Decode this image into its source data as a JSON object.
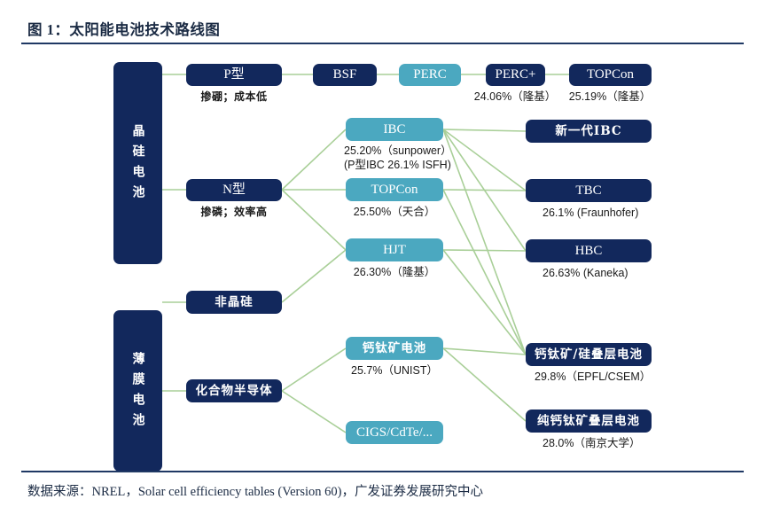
{
  "figure": {
    "title": "图 1：太阳能电池技术路线图",
    "source": "数据来源：NREL，Solar cell efficiency tables (Version 60)，广发证券发展研究中心"
  },
  "colors": {
    "dark_navy": "#12285c",
    "teal": "#4ba8c0",
    "rule": "#1f3864",
    "edge": "#a9cf98",
    "text_dark": "#1a1a1a"
  },
  "chart_data": {
    "type": "diagram",
    "title": "太阳能电池技术路线图",
    "categories": [
      "晶硅电池",
      "薄膜电池"
    ],
    "nodes": [
      {
        "id": "crystalline",
        "label": "晶硅电池",
        "style": "dark-vertical"
      },
      {
        "id": "thinfilm",
        "label": "薄膜电池",
        "style": "dark-vertical"
      },
      {
        "id": "ptype",
        "label": "P型",
        "style": "dark",
        "caption": "掺硼；成本低"
      },
      {
        "id": "ntype",
        "label": "N型",
        "style": "dark",
        "caption": "掺磷；效率高"
      },
      {
        "id": "amorphous",
        "label": "非晶硅",
        "style": "dark",
        "caption": ""
      },
      {
        "id": "compound",
        "label": "化合物半导体",
        "style": "dark",
        "caption": ""
      },
      {
        "id": "bsf",
        "label": "BSF",
        "style": "dark",
        "caption": ""
      },
      {
        "id": "perc",
        "label": "PERC",
        "style": "teal",
        "caption": ""
      },
      {
        "id": "percplus",
        "label": "PERC+",
        "style": "dark",
        "caption": "24.06%（隆基）"
      },
      {
        "id": "topcon_top",
        "label": "TOPCon",
        "style": "dark",
        "caption": "25.19%（隆基）"
      },
      {
        "id": "ibc",
        "label": "IBC",
        "style": "teal",
        "caption": "25.20%（sunpower）",
        "caption2": "(P型IBC 26.1% ISFH)"
      },
      {
        "id": "topcon_mid",
        "label": "TOPCon",
        "style": "teal",
        "caption": "25.50%（天合）"
      },
      {
        "id": "hjt",
        "label": "HJT",
        "style": "teal",
        "caption": "26.30%（隆基）"
      },
      {
        "id": "perovskite",
        "label": "钙钛矿电池",
        "style": "teal",
        "caption": "25.7%（UNIST）"
      },
      {
        "id": "cigs",
        "label": "CIGS/CdTe/...",
        "style": "teal",
        "caption": ""
      },
      {
        "id": "newibc",
        "label": "新一代IBC",
        "style": "dark",
        "caption": ""
      },
      {
        "id": "tbc",
        "label": "TBC",
        "style": "dark",
        "caption": "26.1% (Fraunhofer)"
      },
      {
        "id": "hbc",
        "label": "HBC",
        "style": "dark",
        "caption": "26.63% (Kaneka)"
      },
      {
        "id": "tandem_si",
        "label": "钙钛矿/硅叠层电池",
        "style": "dark",
        "caption": "29.8%（EPFL/CSEM）"
      },
      {
        "id": "tandem_pure",
        "label": "纯钙钛矿叠层电池",
        "style": "dark",
        "caption": "28.0%（南京大学）"
      }
    ],
    "efficiencies": [
      {
        "node": "PERC+",
        "value": 24.06,
        "unit": "%",
        "holder": "隆基"
      },
      {
        "node": "TOPCon (P型线)",
        "value": 25.19,
        "unit": "%",
        "holder": "隆基"
      },
      {
        "node": "IBC",
        "value": 25.2,
        "unit": "%",
        "holder": "sunpower"
      },
      {
        "node": "P型IBC",
        "value": 26.1,
        "unit": "%",
        "holder": "ISFH"
      },
      {
        "node": "TOPCon (N型线)",
        "value": 25.5,
        "unit": "%",
        "holder": "天合"
      },
      {
        "node": "HJT",
        "value": 26.3,
        "unit": "%",
        "holder": "隆基"
      },
      {
        "node": "TBC",
        "value": 26.1,
        "unit": "%",
        "holder": "Fraunhofer"
      },
      {
        "node": "HBC",
        "value": 26.63,
        "unit": "%",
        "holder": "Kaneka"
      },
      {
        "node": "钙钛矿电池",
        "value": 25.7,
        "unit": "%",
        "holder": "UNIST"
      },
      {
        "node": "钙钛矿/硅叠层电池",
        "value": 29.8,
        "unit": "%",
        "holder": "EPFL/CSEM"
      },
      {
        "node": "纯钙钛矿叠层电池",
        "value": 28.0,
        "unit": "%",
        "holder": "南京大学"
      }
    ],
    "edges": [
      [
        "crystalline",
        "ptype"
      ],
      [
        "crystalline",
        "ntype"
      ],
      [
        "ptype",
        "bsf"
      ],
      [
        "bsf",
        "perc"
      ],
      [
        "perc",
        "percplus"
      ],
      [
        "percplus",
        "topcon_top"
      ],
      [
        "ntype",
        "ibc"
      ],
      [
        "ntype",
        "topcon_mid"
      ],
      [
        "ntype",
        "hjt"
      ],
      [
        "ibc",
        "newibc"
      ],
      [
        "ibc",
        "tbc"
      ],
      [
        "ibc",
        "hbc"
      ],
      [
        "ibc",
        "tandem_si"
      ],
      [
        "topcon_mid",
        "tbc"
      ],
      [
        "topcon_mid",
        "tandem_si"
      ],
      [
        "hjt",
        "hbc"
      ],
      [
        "hjt",
        "tandem_si"
      ],
      [
        "thinfilm",
        "amorphous"
      ],
      [
        "thinfilm",
        "compound"
      ],
      [
        "amorphous",
        "hjt"
      ],
      [
        "compound",
        "perovskite"
      ],
      [
        "compound",
        "cigs"
      ],
      [
        "perovskite",
        "tandem_si"
      ],
      [
        "perovskite",
        "tandem_pure"
      ]
    ]
  }
}
